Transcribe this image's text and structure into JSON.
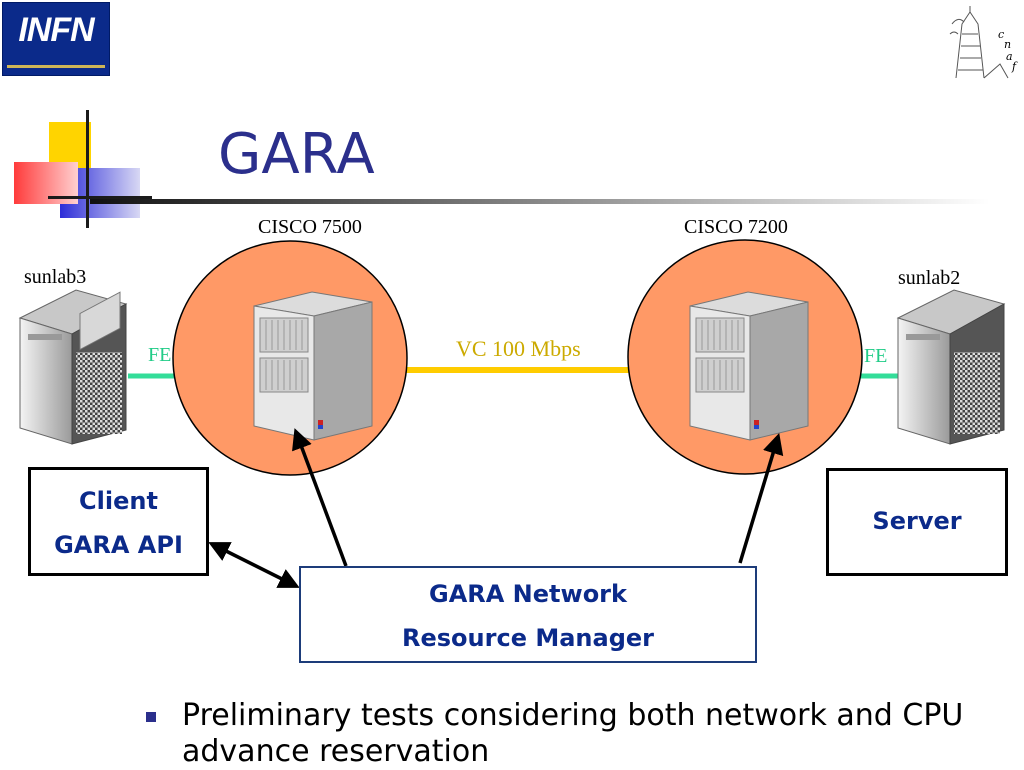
{
  "slide": {
    "title": "GARA",
    "logo_left": {
      "text": "INFN",
      "icon": "infn-logo"
    },
    "logo_right": {
      "icon": "cnaf-logo"
    }
  },
  "diagram": {
    "router_left": {
      "label": "CISCO 7500",
      "icon": "router-icon"
    },
    "router_right": {
      "label": "CISCO 7200",
      "icon": "router-icon"
    },
    "host_left": {
      "label": "sunlab3",
      "icon": "server-tower-icon"
    },
    "host_right": {
      "label": "sunlab2",
      "icon": "server-tower-icon"
    },
    "link_left_label": "FE",
    "link_right_label": "FE",
    "link_center_label": "VC 100 Mbps",
    "client_box": {
      "line1": "Client",
      "line2": "GARA API"
    },
    "server_box": {
      "label": "Server"
    },
    "manager_box": {
      "line1": "GARA Network",
      "line2": "Resource Manager"
    },
    "colors": {
      "router_circle": "#ff9966",
      "fe_link": "#33dd99",
      "vc_link": "#ffcc00",
      "vc_label": "#ccaa00",
      "box_text": "#0b2a8a"
    }
  },
  "bullets": [
    "Preliminary tests considering both network and CPU advance reservation"
  ]
}
